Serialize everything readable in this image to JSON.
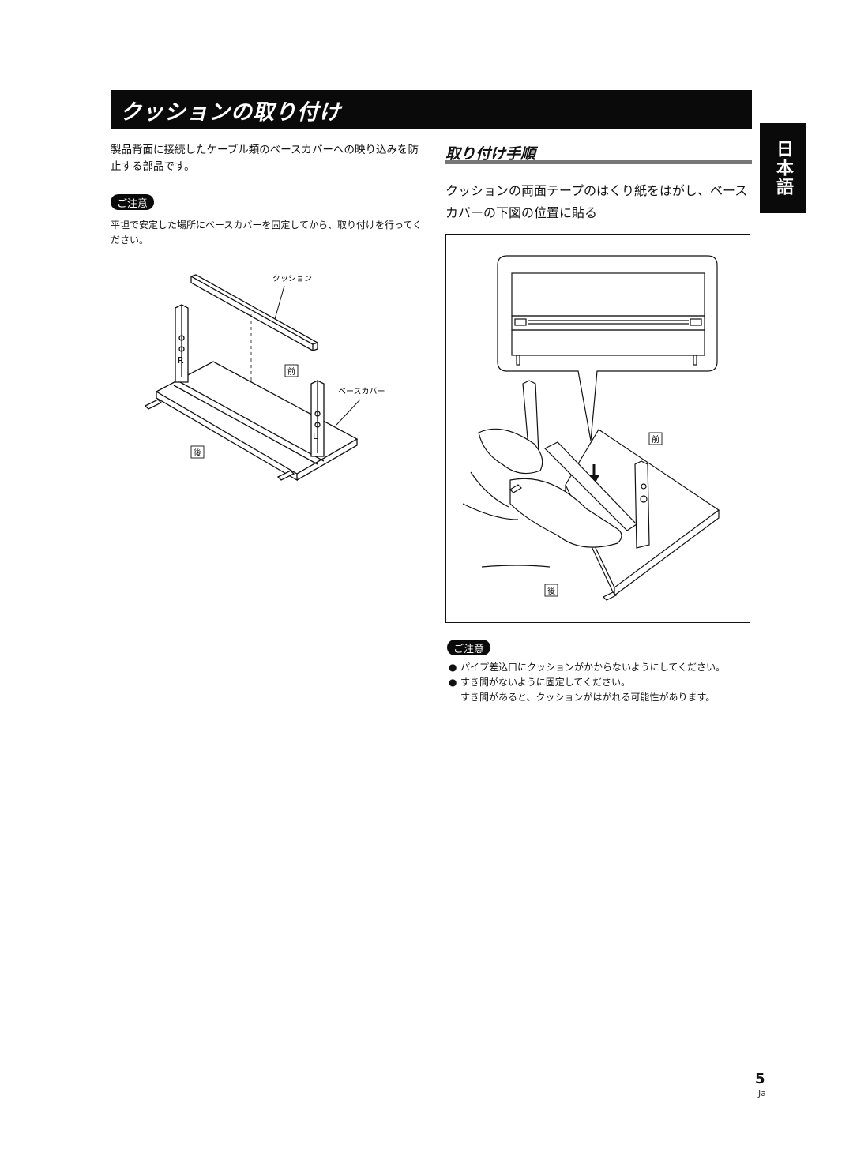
{
  "page": {
    "title": "クッションの取り付け",
    "language_tab": "日本語",
    "intro": "製品背面に接続したケーブル類のベースカバーへの映り込みを防止する部品です。",
    "caution_label": "ご注意",
    "caution1": "平坦で安定した場所にベースカバーを固定してから、取り付けを行ってください。",
    "page_number": "5",
    "page_lang": "Ja"
  },
  "figure1": {
    "label_cushion": "クッション",
    "label_basecover": "ベースカバー",
    "label_front": "前",
    "label_rear": "後",
    "label_r": "R",
    "label_l": "L"
  },
  "procedure": {
    "heading": "取り付け手順",
    "step1": "クッションの両面テープのはくり紙をはがし、ベースカバーの下図の位置に貼る"
  },
  "figure2": {
    "label_front": "前",
    "label_rear": "後"
  },
  "notes": {
    "caution_label": "ご注意",
    "item1": "パイプ差込口にクッションがかからないようにしてください。",
    "item2": "すき間がないように固定してください。",
    "item2_cont": "すき間があると、クッションがはがれる可能性があります。"
  },
  "icons": {
    "bullet": "●"
  }
}
